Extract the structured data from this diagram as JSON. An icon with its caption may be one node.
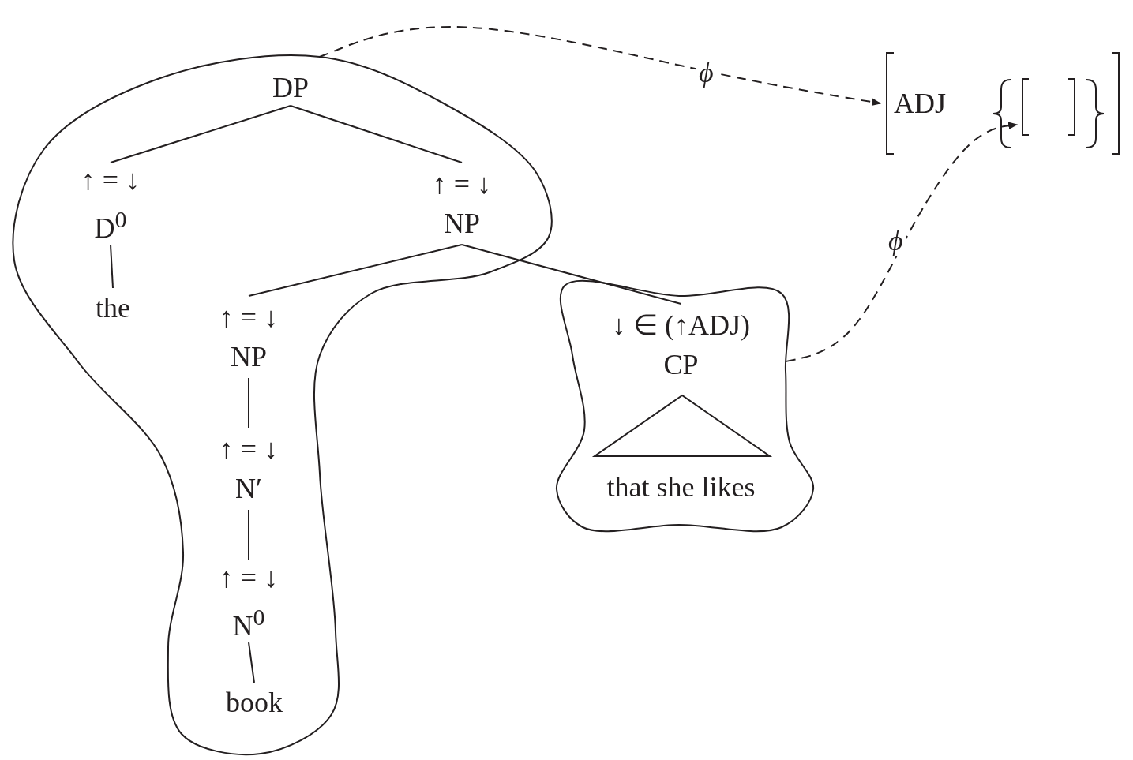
{
  "diagram": {
    "nodes": [
      {
        "text": [],
        "shape": "cloud"
      },
      {
        "text": [
          "DP"
        ],
        "in": 0
      },
      {
        "text": [
          "↑ = ↓",
          "D$^{0}$"
        ],
        "in": 0
      },
      {
        "text": [
          "the"
        ],
        "in": 0
      },
      {
        "text": [
          "↑ = ↓",
          "NP"
        ],
        "in": 0
      },
      {
        "text": [
          "↑ = ↓",
          "NP"
        ],
        "in": 0
      },
      {
        "text": [
          "↑ = ↓",
          "N′"
        ],
        "in": 0
      },
      {
        "text": [
          "↑ = ↓",
          "N$^{0}$"
        ],
        "in": 0
      },
      {
        "text": [
          "book"
        ],
        "in": 0
      },
      {
        "text": [],
        "shape": "cloud"
      },
      {
        "text": [
          "↓ ∈ (↑ADJ)",
          "CP"
        ],
        "in": 9
      },
      {
        "text": [
          "that she likes"
        ],
        "in": 9
      },
      {
        "text": [
          "ADJ"
        ]
      },
      {
        "text": [],
        "shape": "box",
        "in": 12
      },
      {
        "text": [],
        "shape": "triangle",
        "in": 9
      }
    ],
    "edges": [
      {
        "from": 1,
        "to": 2,
        "arrow": "none"
      },
      {
        "from": 1,
        "to": 4,
        "arrow": "none"
      },
      {
        "from": 2,
        "to": 3,
        "arrow": "none"
      },
      {
        "from": 4,
        "to": 5,
        "arrow": "none"
      },
      {
        "from": 4,
        "to": 10,
        "arrow": "none"
      },
      {
        "from": 5,
        "to": 6,
        "arrow": "none"
      },
      {
        "from": 6,
        "to": 7,
        "arrow": "none"
      },
      {
        "from": 7,
        "to": 8,
        "arrow": "none"
      },
      {
        "from": 0,
        "to": 12,
        "arrow": "to",
        "label": "ϕ",
        "style": "dashed"
      },
      {
        "from": 9,
        "to": 13,
        "arrow": "to",
        "label": "ϕ",
        "style": "dashed"
      }
    ]
  }
}
